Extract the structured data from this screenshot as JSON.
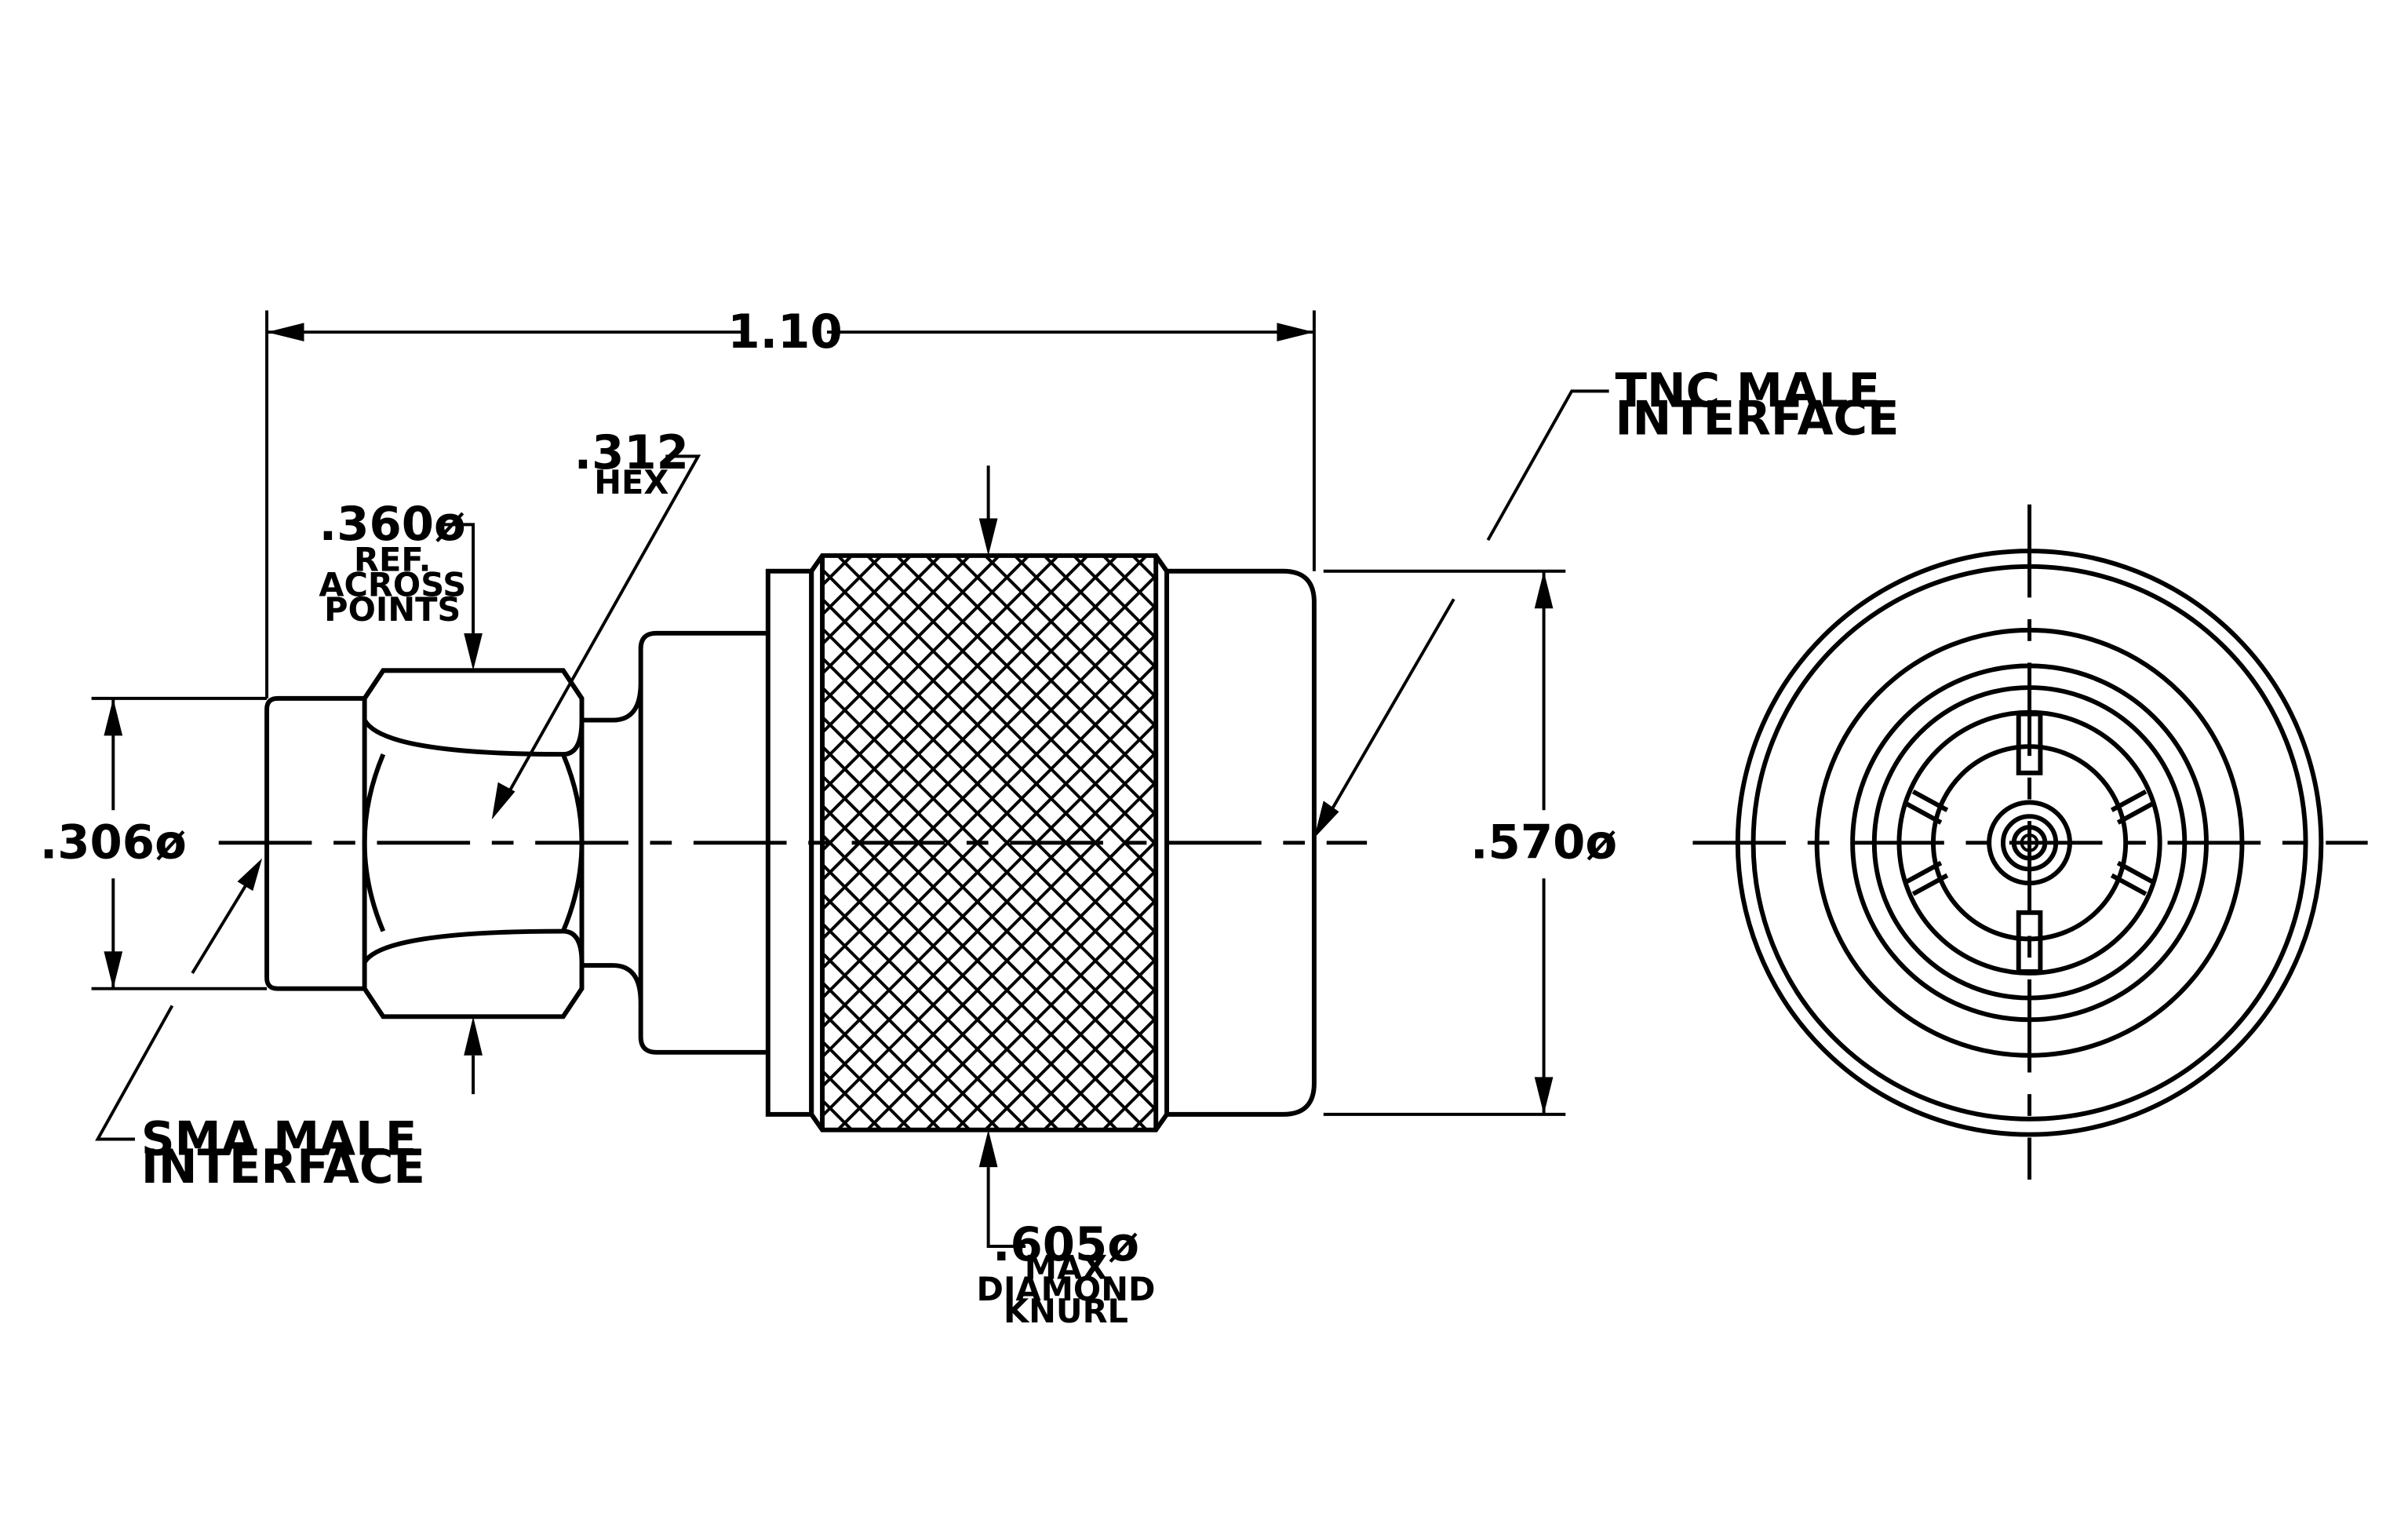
{
  "drawing": {
    "overall_length": "1.10",
    "sma_diameter": ".306ø",
    "tnc_diameter": ".570ø",
    "hex_across_points": {
      "value": ".360ø",
      "note_1": "REF.",
      "note_2": "ACROSS",
      "note_3": "POINTS"
    },
    "hex_size": {
      "value": ".312",
      "note": "HEX"
    },
    "knurl": {
      "value": ".605ø",
      "note_1": "MAX",
      "note_2": "DIAMOND",
      "note_3": "KNURL"
    },
    "sma_interface": {
      "line_1": "SMA MALE",
      "line_2": "INTERFACE"
    },
    "tnc_interface": {
      "line_1": "TNC MALE",
      "line_2": "INTERFACE"
    }
  }
}
